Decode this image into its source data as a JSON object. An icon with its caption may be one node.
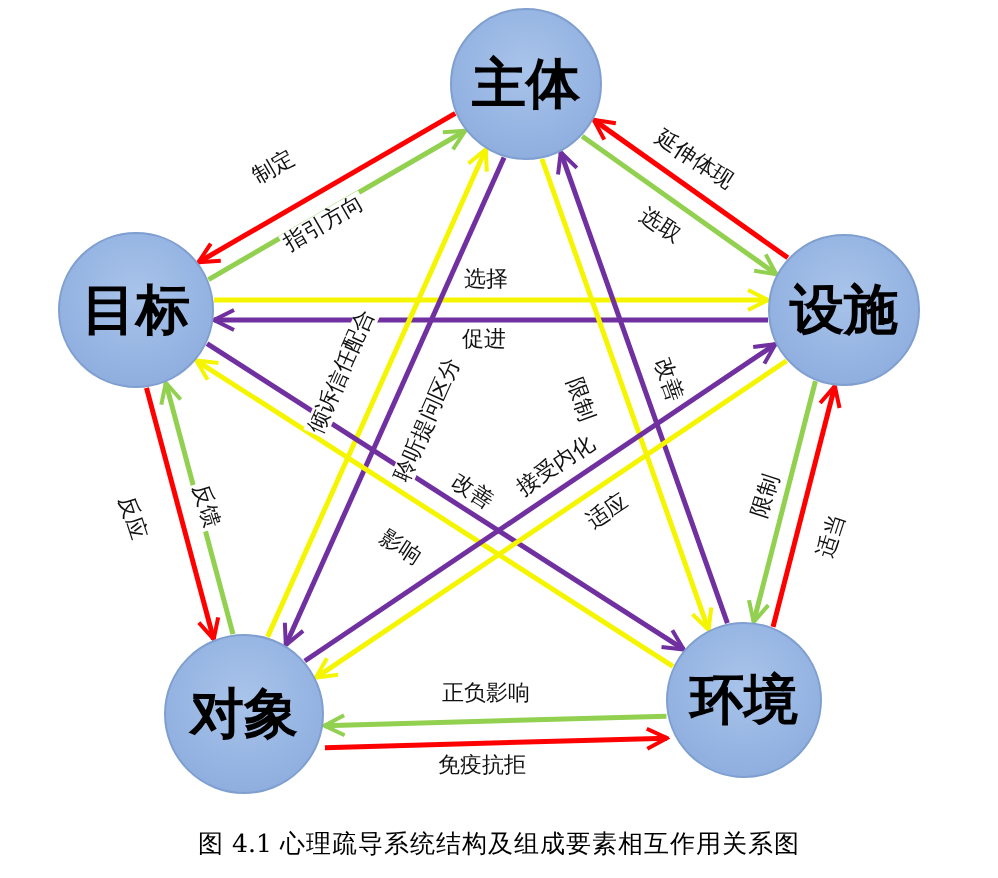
{
  "diagram": {
    "caption": "图 4.1 心理疏导系统结构及组成要素相互作用关系图",
    "nodes": [
      {
        "text": [
          "主体"
        ]
      },
      {
        "text": [
          "目标"
        ]
      },
      {
        "text": [
          "设施"
        ]
      },
      {
        "text": [
          "对象"
        ]
      },
      {
        "text": [
          "环境"
        ]
      }
    ],
    "edges": [
      {
        "from": 0,
        "to": 1,
        "arrow": "to",
        "label": "制定",
        "color": "#ff0000"
      },
      {
        "from": 1,
        "to": 0,
        "arrow": "to",
        "label": "指引方向",
        "color": "#92d050"
      },
      {
        "from": 2,
        "to": 0,
        "arrow": "to",
        "label": "延伸体现",
        "color": "#ff0000"
      },
      {
        "from": 0,
        "to": 2,
        "arrow": "to",
        "label": "选取",
        "color": "#92d050"
      },
      {
        "from": 1,
        "to": 2,
        "arrow": "to",
        "label": "选择",
        "color": "#f5f500"
      },
      {
        "from": 2,
        "to": 1,
        "arrow": "to",
        "label": "促进",
        "color": "#7030a0"
      },
      {
        "from": 3,
        "to": 0,
        "arrow": "to",
        "label": "倾诉信任配合",
        "color": "#f5f500"
      },
      {
        "from": 0,
        "to": 3,
        "arrow": "to",
        "label": "聆听提问区分",
        "color": "#7030a0"
      },
      {
        "from": 0,
        "to": 4,
        "arrow": "to",
        "label": "限制",
        "color": "#f5f500"
      },
      {
        "from": 4,
        "to": 0,
        "arrow": "to",
        "label": "改善",
        "color": "#7030a0"
      },
      {
        "from": 1,
        "to": 4,
        "arrow": "to",
        "label": "改善",
        "color": "#7030a0"
      },
      {
        "from": 4,
        "to": 1,
        "arrow": "to",
        "label": "影响",
        "color": "#f5f500"
      },
      {
        "from": 3,
        "to": 2,
        "arrow": "to",
        "label": "接受内化",
        "color": "#7030a0"
      },
      {
        "from": 2,
        "to": 3,
        "arrow": "to",
        "label": "适应",
        "color": "#f5f500"
      },
      {
        "from": 1,
        "to": 3,
        "arrow": "to",
        "label": "反应",
        "color": "#ff0000"
      },
      {
        "from": 3,
        "to": 1,
        "arrow": "to",
        "label": "反馈",
        "color": "#92d050"
      },
      {
        "from": 4,
        "to": 2,
        "arrow": "to",
        "label": "适当",
        "color": "#ff0000"
      },
      {
        "from": 2,
        "to": 4,
        "arrow": "to",
        "label": "限制",
        "color": "#92d050"
      },
      {
        "from": 4,
        "to": 3,
        "arrow": "to",
        "label": "正负影响",
        "color": "#92d050"
      },
      {
        "from": 3,
        "to": 4,
        "arrow": "to",
        "label": "免疫抗拒",
        "color": "#ff0000"
      }
    ]
  }
}
